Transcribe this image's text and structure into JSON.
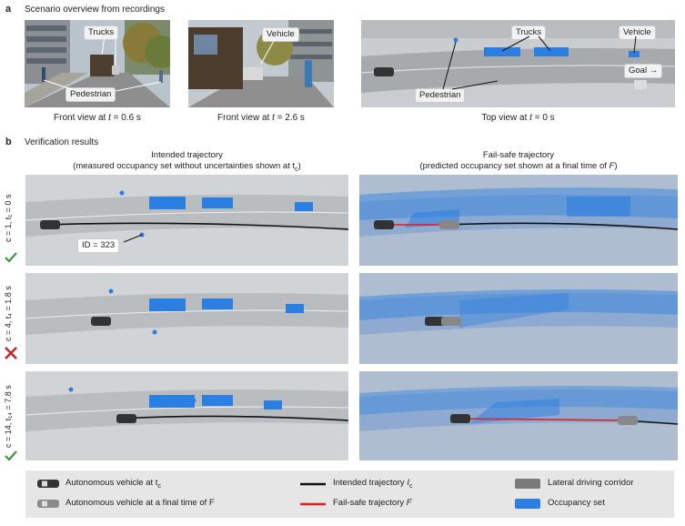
{
  "panel_a": {
    "letter": "a",
    "title": "Scenario overview from recordings",
    "views": [
      {
        "caption_pre": "Front view at ",
        "caption_var": "t",
        "caption_post": " = 0.6 s"
      },
      {
        "caption_pre": "Front view at ",
        "caption_var": "t",
        "caption_post": " = 2.6 s"
      },
      {
        "caption_pre": "Top view at ",
        "caption_var": "t",
        "caption_post": " = 0 s"
      }
    ],
    "callouts": {
      "trucks_1": "Trucks",
      "pedestrian_1": "Pedestrian",
      "vehicle_2": "Vehicle",
      "trucks_3": "Trucks",
      "vehicle_3": "Vehicle",
      "goal_3": "Goal",
      "pedestrian_3": "Pedestrian"
    }
  },
  "panel_b": {
    "letter": "b",
    "title": "Verification results",
    "col_left_title_1": "Intended trajectory",
    "col_left_title_2": "(measured occupancy set without uncertainties shown at t",
    "col_left_title_sub": "c",
    "col_left_title_3": ")",
    "col_right_title_1": "Fail-safe trajectory",
    "col_right_title_2": "(predicted occupancy set shown at a final time of ",
    "col_right_title_var": "F",
    "col_right_title_3": ")",
    "id_label": "ID = 323",
    "rows": [
      {
        "label": "c = 1, t₁ = 0 s",
        "status": "check",
        "status_color": "#3a9a3a"
      },
      {
        "label": "c = 4, t₄ = 1.8 s",
        "status": "cross",
        "status_color": "#c0262d"
      },
      {
        "label": "c = 14, t₁₄ = 7.8 s",
        "status": "check",
        "status_color": "#3a9a3a"
      }
    ]
  },
  "legend": {
    "av_tc": "Autonomous vehicle at t",
    "av_tc_sub": "c",
    "av_final": "Autonomous vehicle at a final time of F",
    "intended_pre": "Intended trajectory ",
    "intended_var": "I",
    "intended_sub": "c",
    "failsafe_pre": "Fail-safe trajectory ",
    "failsafe_var": "F",
    "corridor": "Lateral driving corridor",
    "occupancy": "Occupancy set"
  },
  "colors": {
    "occupancy": "#2b7fe0",
    "intended": "#111111",
    "failsafe": "#e01e1e",
    "corridor": "#7a7a7a",
    "road": "#b9bdc0",
    "check": "#3a9a3a",
    "cross": "#c0262d"
  }
}
